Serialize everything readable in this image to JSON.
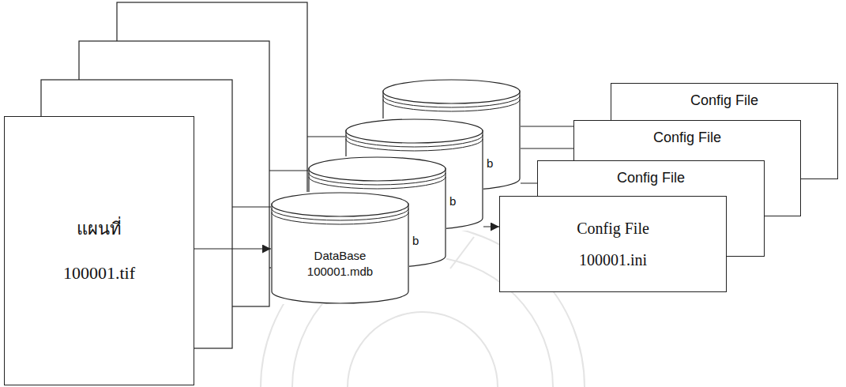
{
  "diagram": {
    "nodes": [
      {
        "text": [
          "แผนที่",
          "100001.tif"
        ]
      },
      {
        "text": [
          "DataBase",
          "100001.mdb"
        ]
      },
      {
        "text": [
          "b"
        ]
      },
      {
        "text": [
          "b"
        ]
      },
      {
        "text": [
          "b"
        ]
      },
      {
        "text": [
          "Config File",
          "100001.ini"
        ]
      },
      {
        "text": [
          "Config File"
        ]
      },
      {
        "text": [
          "Config File"
        ]
      },
      {
        "text": [
          "Config File"
        ]
      }
    ],
    "edges": [
      {
        "from": 0,
        "to": 1,
        "arrow": "to"
      },
      {
        "from": 1,
        "to": 5,
        "arrow": "to"
      },
      {
        "from": 2,
        "to": 6,
        "arrow": "none"
      },
      {
        "from": 3,
        "to": 7,
        "arrow": "none"
      },
      {
        "from": 4,
        "to": 8,
        "arrow": "none"
      }
    ]
  }
}
